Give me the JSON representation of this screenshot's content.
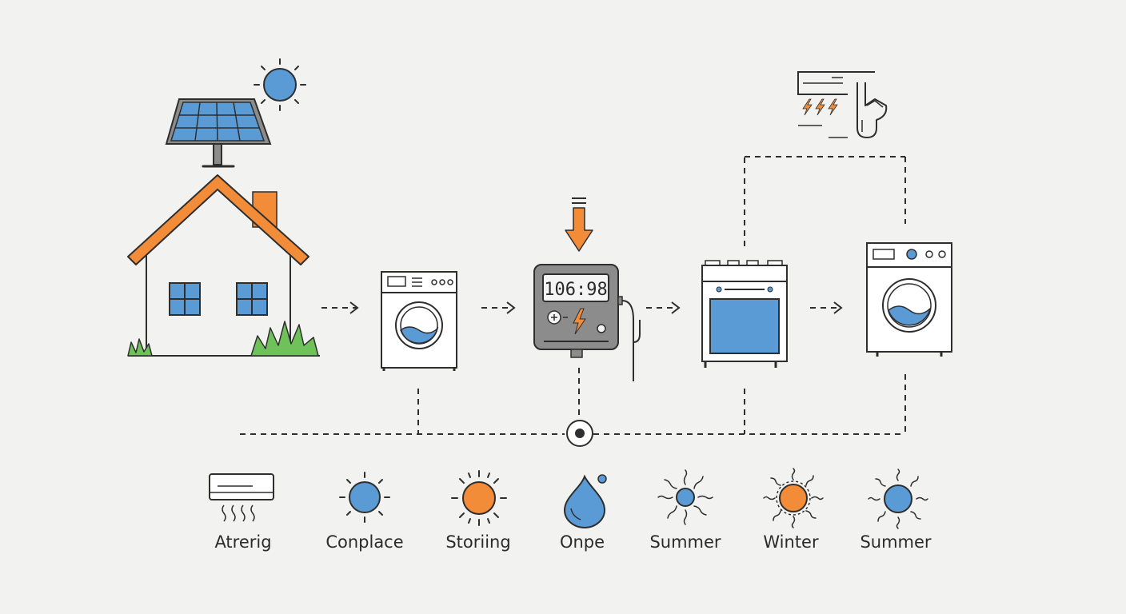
{
  "colors": {
    "background": "#f2f2f1",
    "line": "#2e2e2e",
    "blue": "#5b9bd5",
    "orange": "#f28c38",
    "green": "#6fc25a",
    "meter_body": "#8c8c8c",
    "meter_screen": "#f4f4f4"
  },
  "meter": {
    "display": "106:98"
  },
  "legend": [
    {
      "icon": "air-conditioner-icon",
      "label": "Atrerig"
    },
    {
      "icon": "blue-sun-icon",
      "label": "Conplace"
    },
    {
      "icon": "orange-sun-icon",
      "label": "Storiing"
    },
    {
      "icon": "water-drop-icon",
      "label": "Onpe"
    },
    {
      "icon": "spiky-blue-sun-icon",
      "label": "Summer"
    },
    {
      "icon": "spiky-orange-sun-icon",
      "label": "Winter"
    },
    {
      "icon": "spiky-blue-sun-icon",
      "label": "Summer"
    }
  ]
}
